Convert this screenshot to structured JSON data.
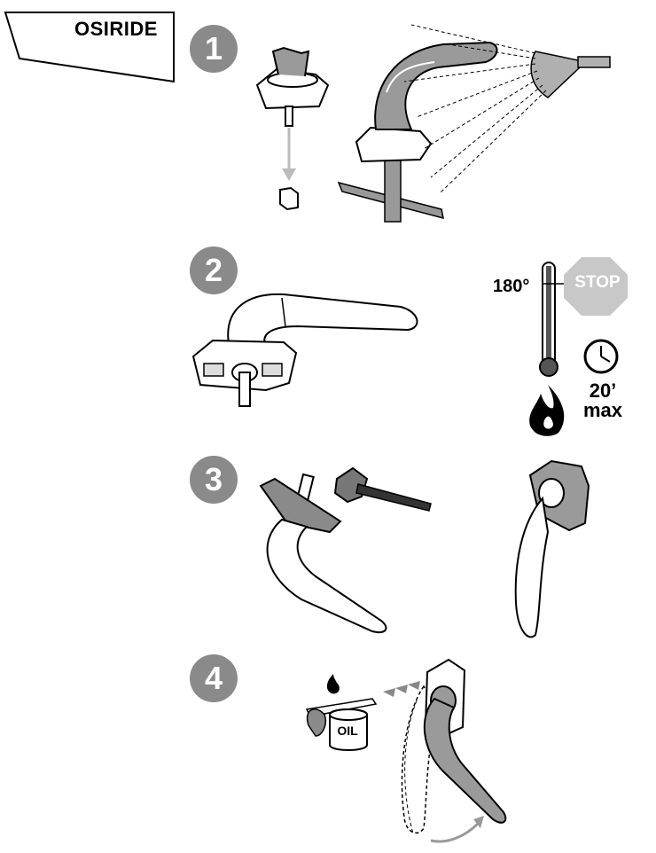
{
  "brand": {
    "name": "OSIRIDE"
  },
  "steps": [
    {
      "number": "1"
    },
    {
      "number": "2"
    },
    {
      "number": "3"
    },
    {
      "number": "4"
    }
  ],
  "heat": {
    "temperature": "180°",
    "stop_sign": "STOP",
    "time_value": "20’",
    "time_unit": "max"
  },
  "lubricant": {
    "can_label": "OIL"
  },
  "colors": {
    "badge": "#8a8a8a",
    "handle_grey": "#9a9a9a",
    "stop_sign": "#c8c8c8",
    "line": "#000000"
  }
}
